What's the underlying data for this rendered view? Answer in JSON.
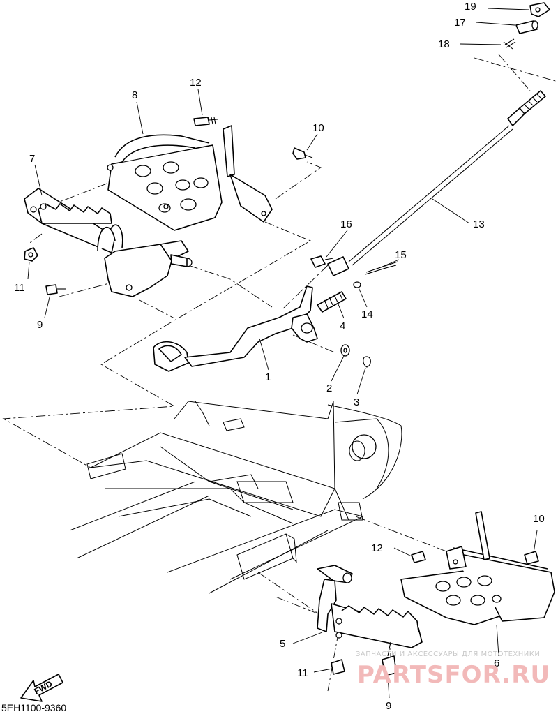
{
  "diagram": {
    "code": "5EH1100-9360",
    "fwd_label": "FWD",
    "watermark_caption": "ЗАПЧАСТИ И АКСЕССУАРЫ ДЛЯ МОТОТЕХНИКИ",
    "watermark_brand": "PARTSFOR.RU",
    "callouts": [
      "19",
      "17",
      "18",
      "12",
      "8",
      "10",
      "7",
      "16",
      "15",
      "13",
      "11",
      "9",
      "14",
      "4",
      "1",
      "2",
      "3",
      "10",
      "12",
      "5",
      "6",
      "11",
      "9"
    ]
  }
}
